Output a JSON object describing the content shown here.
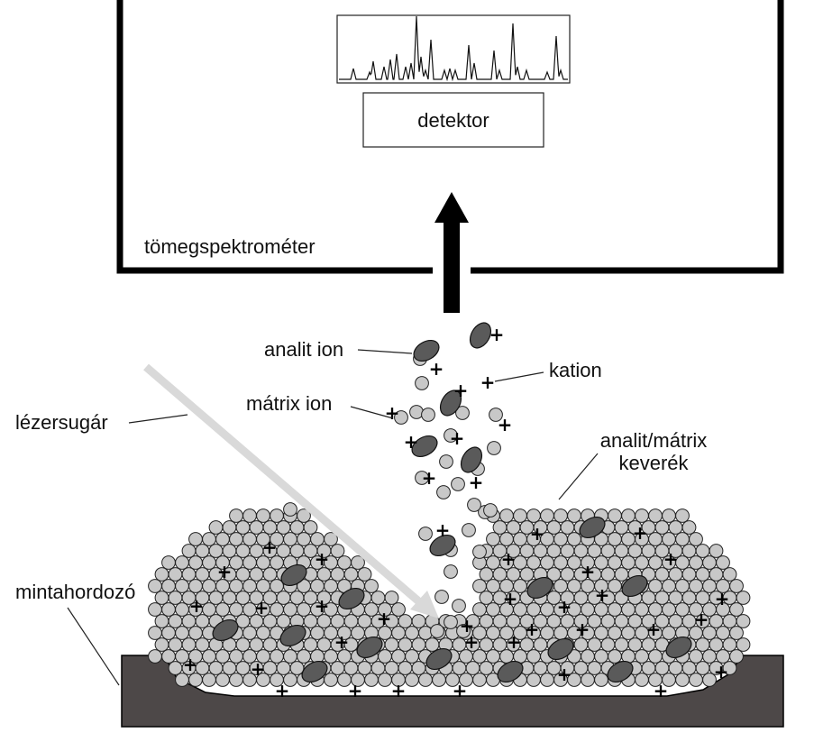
{
  "labels": {
    "detector": "detektor",
    "mass_spectrometer": "tömegspektrométer",
    "analyte_ion": "analit ion",
    "cation": "kation",
    "matrix_ion": "mátrix ion",
    "laser_beam": "lézersugár",
    "mixture_line1": "analit/mátrix",
    "mixture_line2": "keverék",
    "sample_holder": "mintahordozó"
  },
  "colors": {
    "frame": "#000000",
    "holder": "#4d4848",
    "matrix_particle": "#c8c8c8",
    "analyte_particle": "#5a5a5a",
    "laser": "#d9d9d9"
  }
}
